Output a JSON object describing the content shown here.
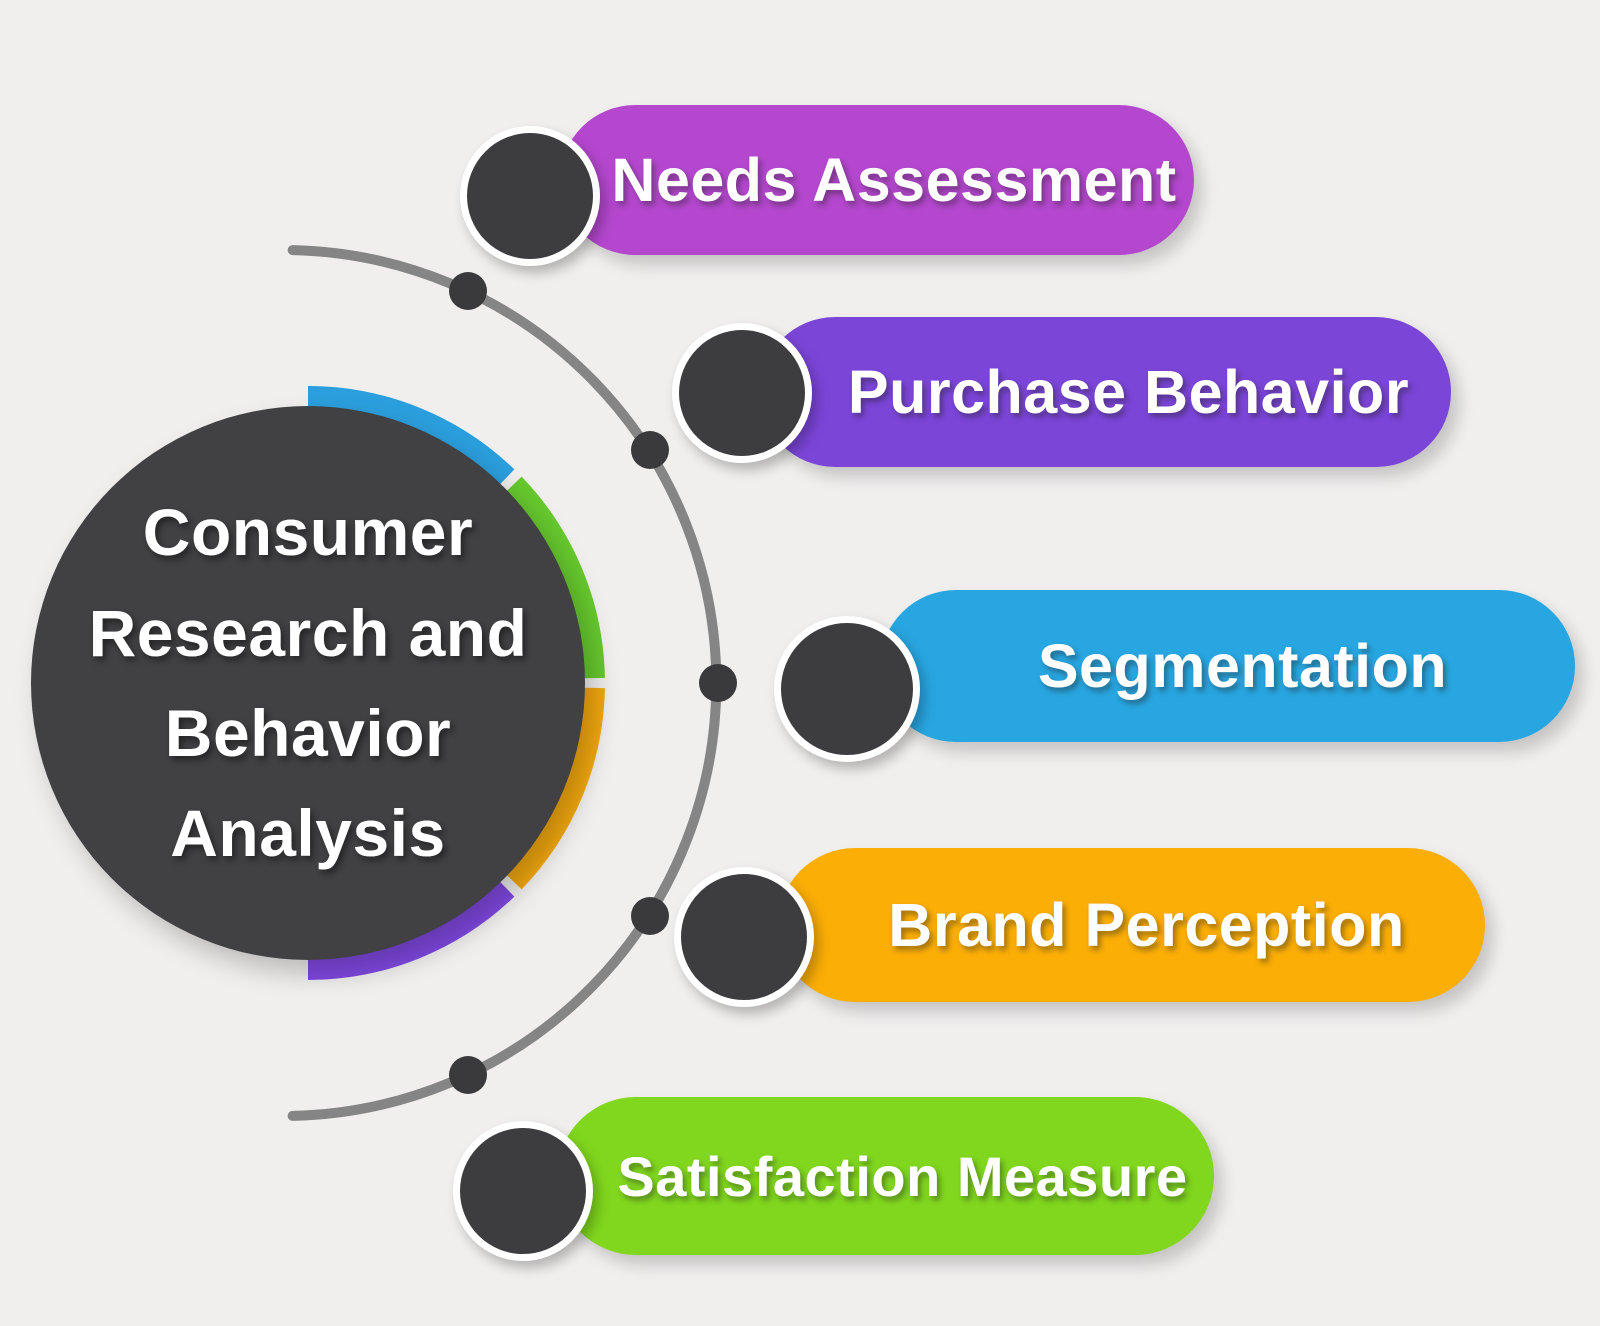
{
  "background": "#f0efee",
  "hub": {
    "title": "Consumer Research and Behavior Analysis",
    "title_lines": [
      "Consumer",
      "Research and",
      "Behavior",
      "Analysis"
    ],
    "fill": "#414143",
    "text_color": "#ffffff"
  },
  "ring": {
    "segments": [
      {
        "name": "blue",
        "color": "#2b9fdd"
      },
      {
        "name": "green",
        "color": "#67c92e"
      },
      {
        "name": "orange",
        "color": "#f3a90f"
      },
      {
        "name": "purple",
        "color": "#8049e2"
      }
    ]
  },
  "connector": {
    "arc_color": "#858585",
    "dot_color": "#3a3a3c",
    "node_fill": "#3d3d40",
    "node_border": "#ffffff"
  },
  "items": [
    {
      "label": "Needs Assessment",
      "color": "#b447ce"
    },
    {
      "label": "Purchase Behavior",
      "color": "#7b45d8"
    },
    {
      "label": "Segmentation",
      "color": "#28a6e1"
    },
    {
      "label": "Brand Perception",
      "color": "#fbae06"
    },
    {
      "label": "Satisfaction Measure",
      "color": "#80d71e"
    }
  ]
}
